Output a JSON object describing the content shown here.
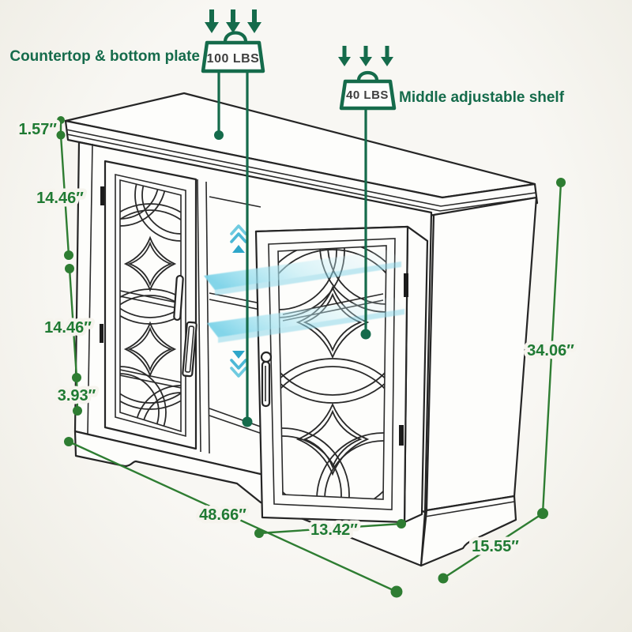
{
  "callouts": {
    "countertop": {
      "label": "Countertop & bottom plate",
      "capacity": "100 LBS"
    },
    "shelf": {
      "label": "Middle adjustable shelf",
      "capacity": "40 LBS"
    }
  },
  "dimensions": {
    "countertop_thickness": "1.57″",
    "upper_section_height": "14.46″",
    "lower_section_height": "14.46″",
    "base_height": "3.93″",
    "overall_height": "34.06″",
    "overall_width": "48.66″",
    "door_width": "13.42″",
    "overall_depth": "15.55″"
  },
  "colors": {
    "dimension_green": "#2e7d32",
    "callout_green": "#156b4b",
    "line_black": "#252525",
    "shelf_highlight": "#7dd3e8",
    "background": "#f6f4ee"
  }
}
